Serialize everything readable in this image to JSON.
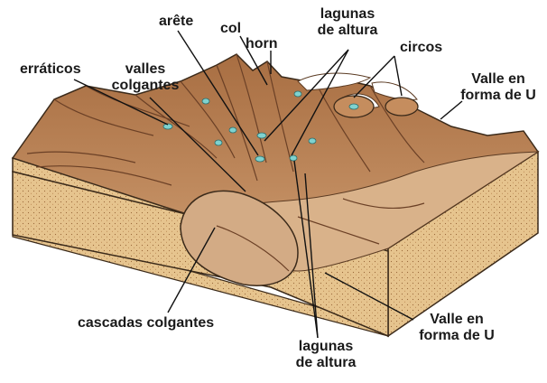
{
  "labels": {
    "arete": "arête",
    "col": "col",
    "horn": "horn",
    "lagunas_top": [
      "lagunas",
      "de altura"
    ],
    "circos": "circos",
    "erraticos": "erráticos",
    "valles_colgantes": [
      "valles",
      "colgantes"
    ],
    "valle_u_top": [
      "Valle en",
      "forma de U"
    ],
    "cascadas": "cascadas colgantes",
    "valle_u_bottom": [
      "Valle en",
      "forma de U"
    ],
    "lagunas_bottom": [
      "lagunas",
      "de altura"
    ]
  },
  "colors": {
    "rock": "#b0784a",
    "rock_dark": "#8a5633",
    "rock_light": "#d2a47a",
    "valley_floor": "#cfa27a",
    "snow": "#ffffff",
    "lake": "#7fd2cf",
    "sediment": "#e6c48e"
  }
}
